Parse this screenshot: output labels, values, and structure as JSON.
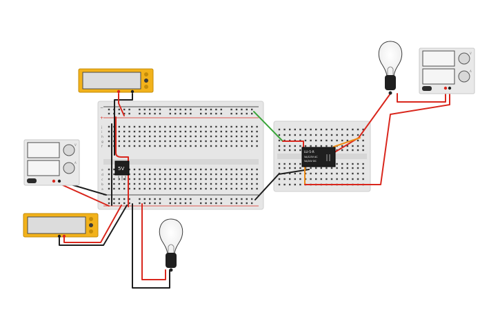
{
  "circuit": {
    "regulator_label": "5V",
    "relay_lines": [
      "LU-5-R",
      "5A/125V AC",
      "5A/24V DC"
    ],
    "psu_unit_labels": [
      "V",
      "A"
    ],
    "breadboard_row_letters": [
      "j",
      "i",
      "h",
      "g",
      "f",
      "e",
      "d",
      "c",
      "b",
      "a"
    ],
    "breadboard_column_count": 30,
    "colors": {
      "wire_red": "#d9261c",
      "wire_black": "#1d1d1d",
      "wire_green": "#3aa53a",
      "wire_orange": "#ef8a12",
      "multimeter_body": "#f2b21b",
      "breadboard": "#e6e6e6",
      "psu_body": "#e9e9e9"
    }
  }
}
